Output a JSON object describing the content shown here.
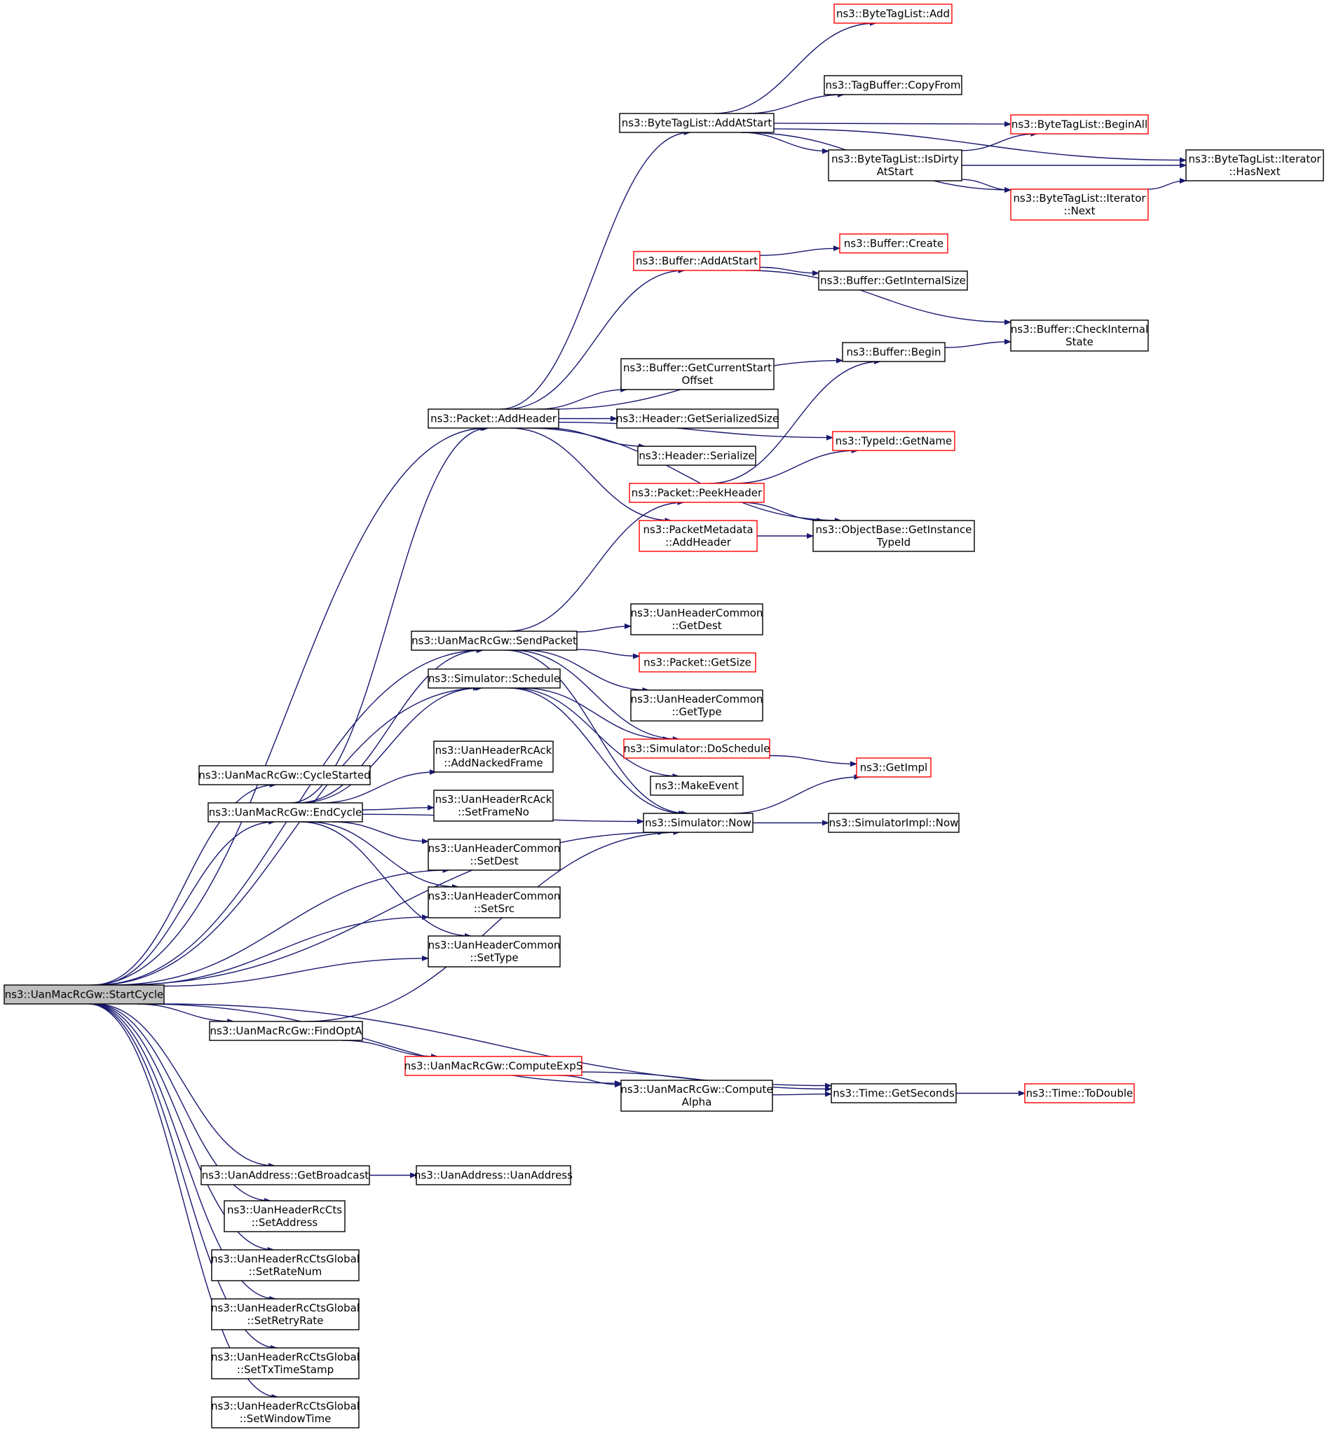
{
  "colors": {
    "edge": "#191970",
    "border_black": "#000000",
    "border_red": "#ff0000",
    "root_fill": "#bfbfbf"
  },
  "nodes": [
    {
      "id": "start_cycle",
      "lines": [
        "ns3::UanMacRcGw::StartCycle"
      ],
      "style": "root"
    },
    {
      "id": "cycle_started",
      "lines": [
        "ns3::UanMacRcGw::CycleStarted"
      ],
      "style": "black"
    },
    {
      "id": "end_cycle",
      "lines": [
        "ns3::UanMacRcGw::EndCycle"
      ],
      "style": "black"
    },
    {
      "id": "find_opt_a",
      "lines": [
        "ns3::UanMacRcGw::FindOptA"
      ],
      "style": "black"
    },
    {
      "id": "get_broadcast",
      "lines": [
        "ns3::UanAddress::GetBroadcast"
      ],
      "style": "black"
    },
    {
      "id": "cts_set_address",
      "lines": [
        "ns3::UanHeaderRcCts",
        "::SetAddress"
      ],
      "style": "black"
    },
    {
      "id": "ctsg_set_rate_num",
      "lines": [
        "ns3::UanHeaderRcCtsGlobal",
        "::SetRateNum"
      ],
      "style": "black"
    },
    {
      "id": "ctsg_set_retry_rate",
      "lines": [
        "ns3::UanHeaderRcCtsGlobal",
        "::SetRetryRate"
      ],
      "style": "black"
    },
    {
      "id": "ctsg_set_tx_time_stamp",
      "lines": [
        "ns3::UanHeaderRcCtsGlobal",
        "::SetTxTimeStamp"
      ],
      "style": "black"
    },
    {
      "id": "ctsg_set_window_time",
      "lines": [
        "ns3::UanHeaderRcCtsGlobal",
        "::SetWindowTime"
      ],
      "style": "black"
    },
    {
      "id": "packet_add_header",
      "lines": [
        "ns3::Packet::AddHeader"
      ],
      "style": "black"
    },
    {
      "id": "send_packet",
      "lines": [
        "ns3::UanMacRcGw::SendPacket"
      ],
      "style": "black"
    },
    {
      "id": "sim_schedule",
      "lines": [
        "ns3::Simulator::Schedule"
      ],
      "style": "black"
    },
    {
      "id": "ack_add_nacked_frame",
      "lines": [
        "ns3::UanHeaderRcAck",
        "::AddNackedFrame"
      ],
      "style": "black"
    },
    {
      "id": "ack_set_frame_no",
      "lines": [
        "ns3::UanHeaderRcAck",
        "::SetFrameNo"
      ],
      "style": "black"
    },
    {
      "id": "hc_set_dest",
      "lines": [
        "ns3::UanHeaderCommon",
        "::SetDest"
      ],
      "style": "black"
    },
    {
      "id": "hc_set_src",
      "lines": [
        "ns3::UanHeaderCommon",
        "::SetSrc"
      ],
      "style": "black"
    },
    {
      "id": "hc_set_type",
      "lines": [
        "ns3::UanHeaderCommon",
        "::SetType"
      ],
      "style": "black"
    },
    {
      "id": "compute_exp_s",
      "lines": [
        "ns3::UanMacRcGw::ComputeExpS"
      ],
      "style": "red"
    },
    {
      "id": "compute_alpha",
      "lines": [
        "ns3::UanMacRcGw::Compute",
        "Alpha"
      ],
      "style": "black"
    },
    {
      "id": "uan_address_ctor",
      "lines": [
        "ns3::UanAddress::UanAddress"
      ],
      "style": "black"
    },
    {
      "id": "btl_add_at_start",
      "lines": [
        "ns3::ByteTagList::AddAtStart"
      ],
      "style": "black"
    },
    {
      "id": "buf_add_at_start",
      "lines": [
        "ns3::Buffer::AddAtStart"
      ],
      "style": "red"
    },
    {
      "id": "buf_get_current_start_offset",
      "lines": [
        "ns3::Buffer::GetCurrentStart",
        "Offset"
      ],
      "style": "black"
    },
    {
      "id": "hdr_get_serialized_size",
      "lines": [
        "ns3::Header::GetSerializedSize"
      ],
      "style": "black"
    },
    {
      "id": "hdr_serialize",
      "lines": [
        "ns3::Header::Serialize"
      ],
      "style": "black"
    },
    {
      "id": "packet_peek_header",
      "lines": [
        "ns3::Packet::PeekHeader"
      ],
      "style": "red"
    },
    {
      "id": "pm_add_header",
      "lines": [
        "ns3::PacketMetadata",
        "::AddHeader"
      ],
      "style": "red"
    },
    {
      "id": "hc_get_dest",
      "lines": [
        "ns3::UanHeaderCommon",
        "::GetDest"
      ],
      "style": "black"
    },
    {
      "id": "packet_get_size",
      "lines": [
        "ns3::Packet::GetSize"
      ],
      "style": "red"
    },
    {
      "id": "hc_get_type",
      "lines": [
        "ns3::UanHeaderCommon",
        "::GetType"
      ],
      "style": "black"
    },
    {
      "id": "sim_do_schedule",
      "lines": [
        "ns3::Simulator::DoSchedule"
      ],
      "style": "red"
    },
    {
      "id": "make_event",
      "lines": [
        "ns3::MakeEvent"
      ],
      "style": "black"
    },
    {
      "id": "sim_now",
      "lines": [
        "ns3::Simulator::Now"
      ],
      "style": "black"
    },
    {
      "id": "btl_add",
      "lines": [
        "ns3::ByteTagList::Add"
      ],
      "style": "red"
    },
    {
      "id": "tagbuf_copy_from",
      "lines": [
        "ns3::TagBuffer::CopyFrom"
      ],
      "style": "black"
    },
    {
      "id": "btl_is_dirty_at_start",
      "lines": [
        "ns3::ByteTagList::IsDirty",
        "AtStart"
      ],
      "style": "black"
    },
    {
      "id": "buf_create",
      "lines": [
        "ns3::Buffer::Create"
      ],
      "style": "red"
    },
    {
      "id": "buf_get_internal_size",
      "lines": [
        "ns3::Buffer::GetInternalSize"
      ],
      "style": "black"
    },
    {
      "id": "buf_begin",
      "lines": [
        "ns3::Buffer::Begin"
      ],
      "style": "black"
    },
    {
      "id": "typeid_get_name",
      "lines": [
        "ns3::TypeId::GetName"
      ],
      "style": "red"
    },
    {
      "id": "ob_get_instance_type_id",
      "lines": [
        "ns3::ObjectBase::GetInstance",
        "TypeId"
      ],
      "style": "black"
    },
    {
      "id": "get_impl",
      "lines": [
        "ns3::GetImpl"
      ],
      "style": "red"
    },
    {
      "id": "simimpl_now",
      "lines": [
        "ns3::SimulatorImpl::Now"
      ],
      "style": "black"
    },
    {
      "id": "time_get_seconds",
      "lines": [
        "ns3::Time::GetSeconds"
      ],
      "style": "black"
    },
    {
      "id": "btl_begin_all",
      "lines": [
        "ns3::ByteTagList::BeginAll"
      ],
      "style": "red"
    },
    {
      "id": "btl_iter_next",
      "lines": [
        "ns3::ByteTagList::Iterator",
        "::Next"
      ],
      "style": "red"
    },
    {
      "id": "buf_check_internal_state",
      "lines": [
        "ns3::Buffer::CheckInternal",
        "State"
      ],
      "style": "black"
    },
    {
      "id": "time_to_double",
      "lines": [
        "ns3::Time::ToDouble"
      ],
      "style": "red"
    },
    {
      "id": "btl_iter_has_next",
      "lines": [
        "ns3::ByteTagList::Iterator",
        "::HasNext"
      ],
      "style": "black"
    }
  ],
  "edges": [
    [
      "start_cycle",
      "packet_add_header"
    ],
    [
      "start_cycle",
      "send_packet"
    ],
    [
      "start_cycle",
      "sim_schedule"
    ],
    [
      "start_cycle",
      "cycle_started"
    ],
    [
      "start_cycle",
      "end_cycle"
    ],
    [
      "start_cycle",
      "hc_set_dest"
    ],
    [
      "start_cycle",
      "hc_set_src"
    ],
    [
      "start_cycle",
      "hc_set_type"
    ],
    [
      "start_cycle",
      "sim_now"
    ],
    [
      "start_cycle",
      "find_opt_a"
    ],
    [
      "start_cycle",
      "compute_alpha"
    ],
    [
      "start_cycle",
      "time_get_seconds"
    ],
    [
      "start_cycle",
      "get_broadcast"
    ],
    [
      "start_cycle",
      "cts_set_address"
    ],
    [
      "start_cycle",
      "ctsg_set_rate_num"
    ],
    [
      "start_cycle",
      "ctsg_set_retry_rate"
    ],
    [
      "start_cycle",
      "ctsg_set_tx_time_stamp"
    ],
    [
      "start_cycle",
      "ctsg_set_window_time"
    ],
    [
      "end_cycle",
      "packet_add_header"
    ],
    [
      "end_cycle",
      "send_packet"
    ],
    [
      "end_cycle",
      "sim_schedule"
    ],
    [
      "end_cycle",
      "sim_now"
    ],
    [
      "end_cycle",
      "ack_add_nacked_frame"
    ],
    [
      "end_cycle",
      "ack_set_frame_no"
    ],
    [
      "end_cycle",
      "hc_set_dest"
    ],
    [
      "end_cycle",
      "hc_set_src"
    ],
    [
      "end_cycle",
      "hc_set_type"
    ],
    [
      "find_opt_a",
      "sim_now"
    ],
    [
      "find_opt_a",
      "compute_exp_s"
    ],
    [
      "compute_exp_s",
      "compute_alpha"
    ],
    [
      "compute_exp_s",
      "time_get_seconds"
    ],
    [
      "compute_alpha",
      "time_get_seconds"
    ],
    [
      "time_get_seconds",
      "time_to_double"
    ],
    [
      "get_broadcast",
      "uan_address_ctor"
    ],
    [
      "send_packet",
      "packet_peek_header"
    ],
    [
      "send_packet",
      "hc_get_dest"
    ],
    [
      "send_packet",
      "packet_get_size"
    ],
    [
      "send_packet",
      "hc_get_type"
    ],
    [
      "send_packet",
      "sim_do_schedule"
    ],
    [
      "send_packet",
      "sim_now"
    ],
    [
      "sim_schedule",
      "sim_do_schedule"
    ],
    [
      "sim_schedule",
      "make_event"
    ],
    [
      "sim_schedule",
      "sim_now"
    ],
    [
      "sim_do_schedule",
      "get_impl"
    ],
    [
      "sim_now",
      "get_impl"
    ],
    [
      "sim_now",
      "simimpl_now"
    ],
    [
      "packet_add_header",
      "btl_add_at_start"
    ],
    [
      "packet_add_header",
      "buf_add_at_start"
    ],
    [
      "packet_add_header",
      "buf_begin"
    ],
    [
      "packet_add_header",
      "typeid_get_name"
    ],
    [
      "packet_add_header",
      "buf_get_current_start_offset"
    ],
    [
      "packet_add_header",
      "hdr_get_serialized_size"
    ],
    [
      "packet_add_header",
      "hdr_serialize"
    ],
    [
      "packet_add_header",
      "pm_add_header"
    ],
    [
      "packet_add_header",
      "ob_get_instance_type_id"
    ],
    [
      "packet_peek_header",
      "buf_begin"
    ],
    [
      "packet_peek_header",
      "typeid_get_name"
    ],
    [
      "packet_peek_header",
      "ob_get_instance_type_id"
    ],
    [
      "pm_add_header",
      "ob_get_instance_type_id"
    ],
    [
      "btl_add_at_start",
      "btl_add"
    ],
    [
      "btl_add_at_start",
      "tagbuf_copy_from"
    ],
    [
      "btl_add_at_start",
      "btl_begin_all"
    ],
    [
      "btl_add_at_start",
      "btl_is_dirty_at_start"
    ],
    [
      "btl_add_at_start",
      "btl_iter_next"
    ],
    [
      "btl_add_at_start",
      "btl_iter_has_next"
    ],
    [
      "btl_is_dirty_at_start",
      "btl_begin_all"
    ],
    [
      "btl_is_dirty_at_start",
      "btl_iter_has_next"
    ],
    [
      "btl_is_dirty_at_start",
      "btl_iter_next"
    ],
    [
      "btl_iter_next",
      "btl_iter_has_next"
    ],
    [
      "buf_add_at_start",
      "buf_create"
    ],
    [
      "buf_add_at_start",
      "buf_get_internal_size"
    ],
    [
      "buf_add_at_start",
      "buf_check_internal_state"
    ],
    [
      "buf_begin",
      "buf_check_internal_state"
    ]
  ]
}
